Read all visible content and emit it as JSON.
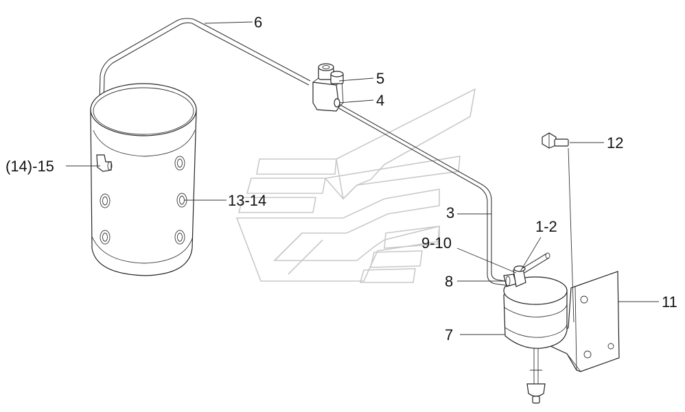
{
  "callouts": {
    "c6": "6",
    "c5": "5",
    "c4": "4",
    "c12": "12",
    "c15": "(14)-15",
    "c13": "13-14",
    "c3": "3",
    "c1": "1-2",
    "c9": "9-10",
    "c8": "8",
    "c11": "11",
    "c7": "7"
  },
  "colors": {
    "line": "#222222",
    "watermark": "#c8c8c8",
    "background": "#ffffff"
  }
}
